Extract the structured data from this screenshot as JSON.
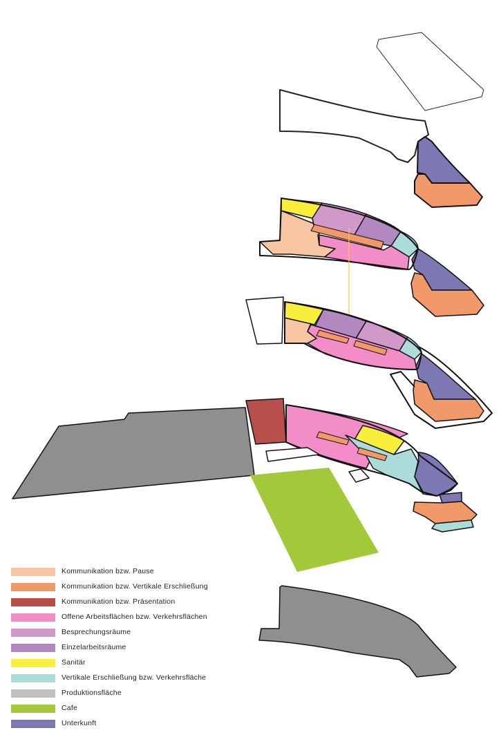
{
  "colors": {
    "kommunikation_pause": "#F8C5A2",
    "kommunikation_erschliessung": "#F2996A",
    "kommunikation_praesentation": "#B94F4A",
    "offene_arbeitsflaechen": "#F28DC8",
    "besprechungsraeume": "#D198CA",
    "einzelarbeitsraeume": "#B188BF",
    "sanitaer": "#F9EF3A",
    "vertikale_erschliessung": "#ABDCDA",
    "produktionsflaeche": "#8F8F8F",
    "cafe": "#A1C93A",
    "unterkunft": "#7B78B4"
  },
  "legend": [
    {
      "label": "Kommunikation bzw. Pause",
      "color": "#F8C5A2"
    },
    {
      "label": "Kommunikation bzw. Vertikale Erschließung",
      "color": "#F2996A"
    },
    {
      "label": "Kommunikation bzw. Präsentation",
      "color": "#B94F4A"
    },
    {
      "label": "Offene Arbeitsflächen bzw. Verkehrsflächen",
      "color": "#F28DC8"
    },
    {
      "label": "Besprechungsräume",
      "color": "#D198CA"
    },
    {
      "label": "Einzelarbeitsräume",
      "color": "#B188BF"
    },
    {
      "label": "Sanitär",
      "color": "#F9EF3A"
    },
    {
      "label": "Vertikale Erschließung bzw. Verkehrsfläche",
      "color": "#ABDCDA"
    },
    {
      "label": "Produktionsfläche",
      "color": "#C0C0C0"
    },
    {
      "label": "Cafe",
      "color": "#A1C93A"
    },
    {
      "label": "Unterkunft",
      "color": "#7B78B4"
    }
  ]
}
